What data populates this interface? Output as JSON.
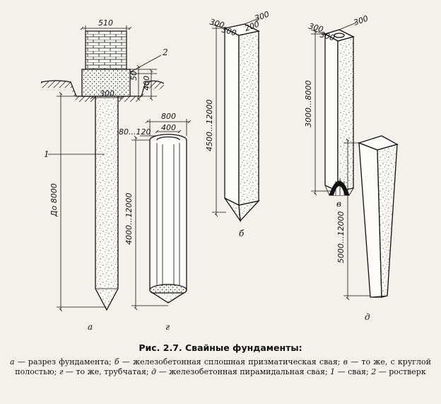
{
  "figure": {
    "labels": {
      "a_width": "510",
      "a_callout_2": "2",
      "a_dim_50": "50",
      "a_dim_400": "400",
      "a_dim_300": "300",
      "a_callout_1": "1",
      "a_length": "До 8000",
      "a_letter": "а",
      "g_outer": "800",
      "g_wall": "80...120",
      "g_inner": "400",
      "g_length": "4000...12000",
      "g_letter": "г",
      "b_top1": "300",
      "b_top2": "300",
      "b_top3": "300",
      "b_top4": "200",
      "b_length": "4500...12000",
      "b_letter": "б",
      "v_top1": "300",
      "v_top2": "300",
      "v_top3": "300",
      "v_length": "3000...8000",
      "v_letter": "в",
      "d_length": "5000...12000",
      "d_letter": "д"
    }
  },
  "caption": {
    "title": "Рис. 2.7. Свайные фундаменты:",
    "items": [
      {
        "key": "а",
        "text": " — разрез фундамента; "
      },
      {
        "key": "б",
        "text": " — железобетонная сплошная призматическая свая; "
      },
      {
        "key": "в",
        "text": " — то же, с круглой полостью; "
      },
      {
        "key": "г",
        "text": " — то же, трубчатая; "
      },
      {
        "key": "д",
        "text": " — железобетонная пирамидальная свая; "
      },
      {
        "key": "1",
        "text": " — свая; "
      },
      {
        "key": "2",
        "text": " — ростверк"
      }
    ]
  }
}
